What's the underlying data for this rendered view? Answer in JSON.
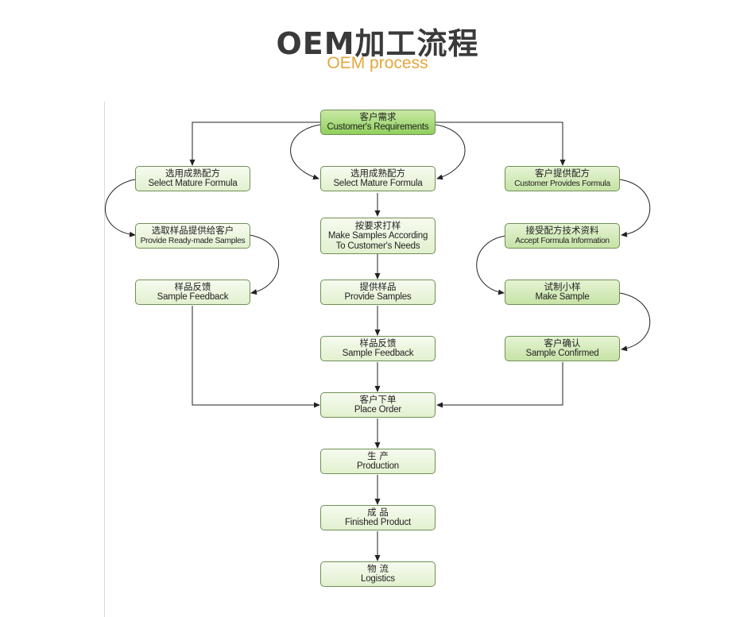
{
  "header": {
    "title": "OEM加工流程",
    "subtitle": "OEM process"
  },
  "nodes": {
    "start": {
      "zh": "客户需求",
      "en": "Customer's Requirements"
    },
    "left1": {
      "zh": "选用成熟配方",
      "en": "Select Mature Formula"
    },
    "left2": {
      "zh": "选取样品提供给客户",
      "en": "Provide Ready-made Samples"
    },
    "left3": {
      "zh": "样品反馈",
      "en": "Sample Feedback"
    },
    "mid1": {
      "zh": "选用成熟配方",
      "en": "Select Mature Formula"
    },
    "mid2": {
      "zh": "按要求打样",
      "en1": "Make Samples According",
      "en2": "To Customer's Needs"
    },
    "mid3": {
      "zh": "提供样品",
      "en": "Provide Samples"
    },
    "mid4": {
      "zh": "样品反馈",
      "en": "Sample Feedback"
    },
    "right1": {
      "zh": "客户提供配方",
      "en": "Customer Provides Formula"
    },
    "right2": {
      "zh": "接受配方技术资料",
      "en": "Accept Formula Information"
    },
    "right3": {
      "zh": "试制小样",
      "en": "Make Sample"
    },
    "right4": {
      "zh": "客户确认",
      "en": "Sample Confirmed"
    },
    "order": {
      "zh": "客户下单",
      "en": "Place Order"
    },
    "production": {
      "zh": "生 产",
      "en": "Production"
    },
    "finished": {
      "zh": "成 品",
      "en": "Finished Product"
    },
    "logistics": {
      "zh": "物 流",
      "en": "Logistics"
    }
  },
  "colors": {
    "title": "#3a3a3a",
    "subtitle": "#e5a63b",
    "node_border": "#6f8f55",
    "node_fill_light": "#e2f0cf",
    "node_fill_highlight": "#8fcf5c",
    "connector": "#222222"
  }
}
